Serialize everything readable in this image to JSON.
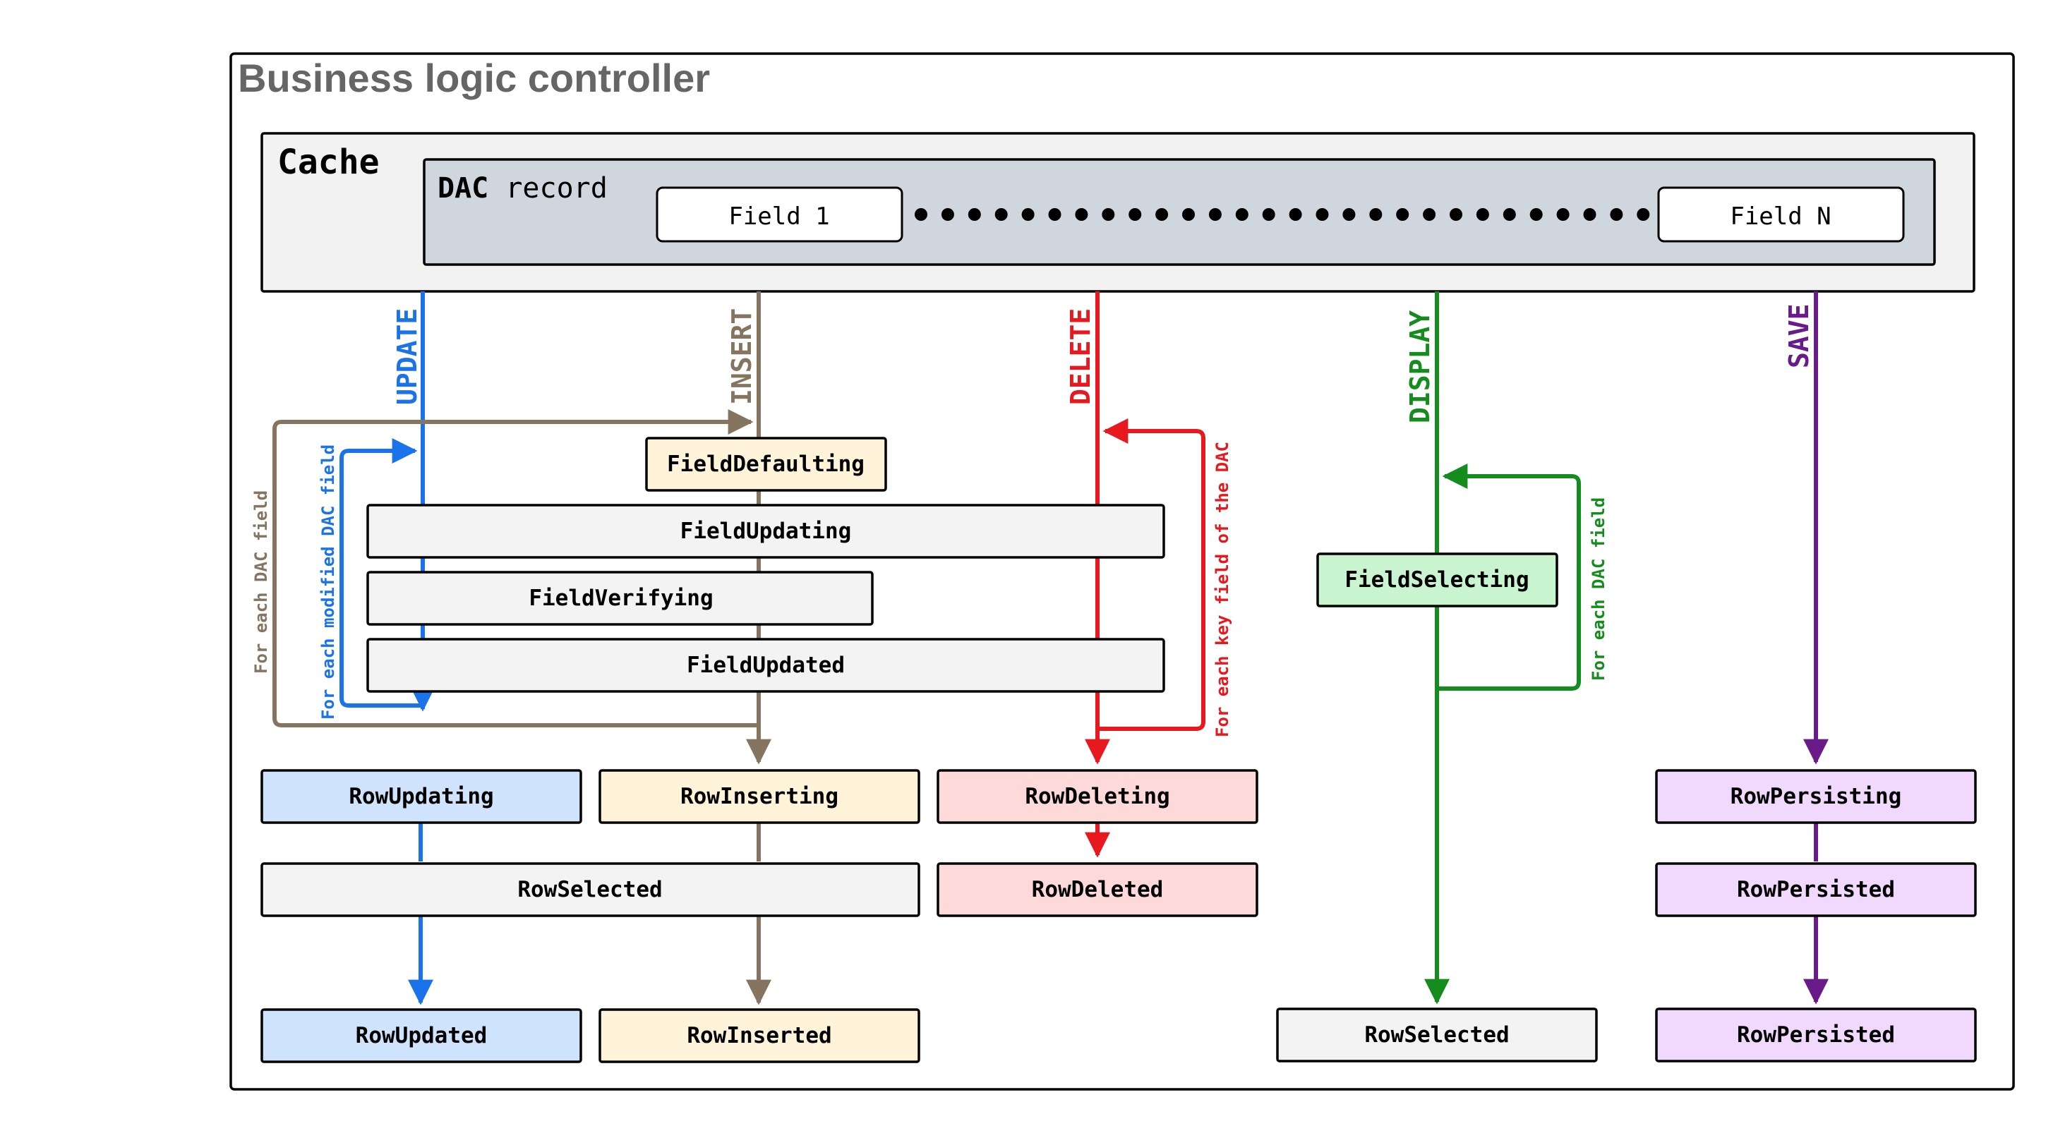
{
  "title": "Business logic controller",
  "cache": {
    "label": "Cache",
    "dac_bold": "DAC",
    "dac_rest": " record",
    "field_first": "Field 1",
    "field_last": "Field N"
  },
  "flows": {
    "update": "UPDATE",
    "insert": "INSERT",
    "delete": "DELETE",
    "display": "DISPLAY",
    "save": "SAVE"
  },
  "loop_labels": {
    "insert_each_field": "For each DAC field",
    "update_each_modified": "For each modified DAC field",
    "delete_each_key": "For each key field of the DAC",
    "display_each_field": "For each DAC field"
  },
  "events": {
    "field_defaulting": "FieldDefaulting",
    "field_updating": "FieldUpdating",
    "field_verifying": "FieldVerifying",
    "field_updated": "FieldUpdated",
    "field_selecting": "FieldSelecting",
    "row_updating": "RowUpdating",
    "row_inserting": "RowInserting",
    "row_deleting": "RowDeleting",
    "row_persisting": "RowPersisting",
    "row_selected_shared": "RowSelected",
    "row_deleted": "RowDeleted",
    "row_persisted_1": "RowPersisted",
    "row_updated": "RowUpdated",
    "row_inserted": "RowInserted",
    "row_selected_display": "RowSelected",
    "row_persisted_2": "RowPersisted"
  },
  "colors": {
    "update": "#1a73e8",
    "insert": "#857560",
    "delete": "#e8191e",
    "display": "#148c1e",
    "save": "#6a1b8a",
    "title": "#666666",
    "cache_bg": "#f2f2f2",
    "dac_bg": "#cfd6de",
    "blue_box": "#cfe3fc",
    "yellow_box": "#fff4d9",
    "red_box": "#fdd9da",
    "green_box": "#c8f5cf",
    "purple_box": "#f0d9fc",
    "gray_box": "#f3f3f3"
  }
}
